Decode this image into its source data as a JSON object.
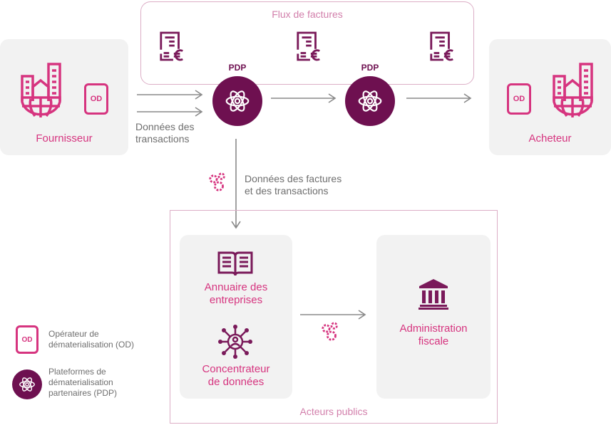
{
  "colors": {
    "pink": "#d6347f",
    "purple": "#6e1050",
    "arrow": "#8a8a8a"
  },
  "flux": {
    "title": "Flux de factures"
  },
  "supplier": {
    "label": "Fournisseur",
    "badge": "OD"
  },
  "buyer": {
    "label": "Acheteur",
    "badge": "OD"
  },
  "pdp1": {
    "label": "PDP"
  },
  "pdp2": {
    "label": "PDP"
  },
  "transactions": {
    "line1": "Données des",
    "line2": "transactions"
  },
  "invoice_data": {
    "line1": "Données des factures",
    "line2": "et des transactions"
  },
  "public": {
    "title": "Acteurs publics",
    "annuaire_1": "Annuaire des",
    "annuaire_2": "entreprises",
    "concentrateur_1": "Concentrateur",
    "concentrateur_2": "de données",
    "admin_1": "Administration",
    "admin_2": "fiscale"
  },
  "legend": {
    "od_badge": "OD",
    "od_1": "Opérateur de",
    "od_2": "dématerialisation (OD)",
    "pdp_1": "Plateformes de",
    "pdp_2": "dématerialisation",
    "pdp_3": "partenaires (PDP)"
  }
}
